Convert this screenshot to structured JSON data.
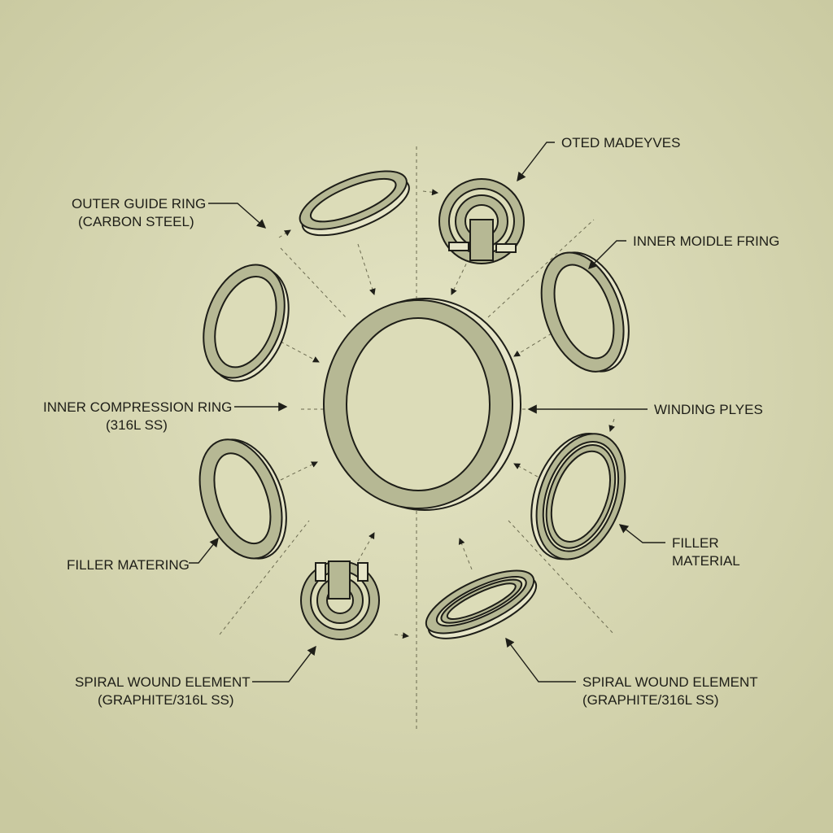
{
  "labels": {
    "oted_madeyves": "OTED MADEYVES",
    "outer_guide_ring": [
      "OUTER GUIDE RING",
      "(CARBON STEEL)"
    ],
    "inner_moidle_fring": "INNER MOIDLE FRING",
    "inner_compression_ring": [
      "INNER COMPRESSION RING",
      "(316L SS)"
    ],
    "winding_plyes": "WINDING PLYES",
    "filler_matering": "FILLER MATERING",
    "filler_material": [
      "FILLER",
      "MATERIAL"
    ],
    "spiral_wound_left": [
      "SPIRAL WOUND ELEMENT",
      "(GRAPHITE/316L SS)"
    ],
    "spiral_wound_right": [
      "SPIRAL WOUND ELEMENT",
      "(GRAPHITE/316L SS)"
    ]
  },
  "colors": {
    "background": "#d9d9b4",
    "ring_fill": "#b6b894",
    "line": "#1e1e18"
  }
}
